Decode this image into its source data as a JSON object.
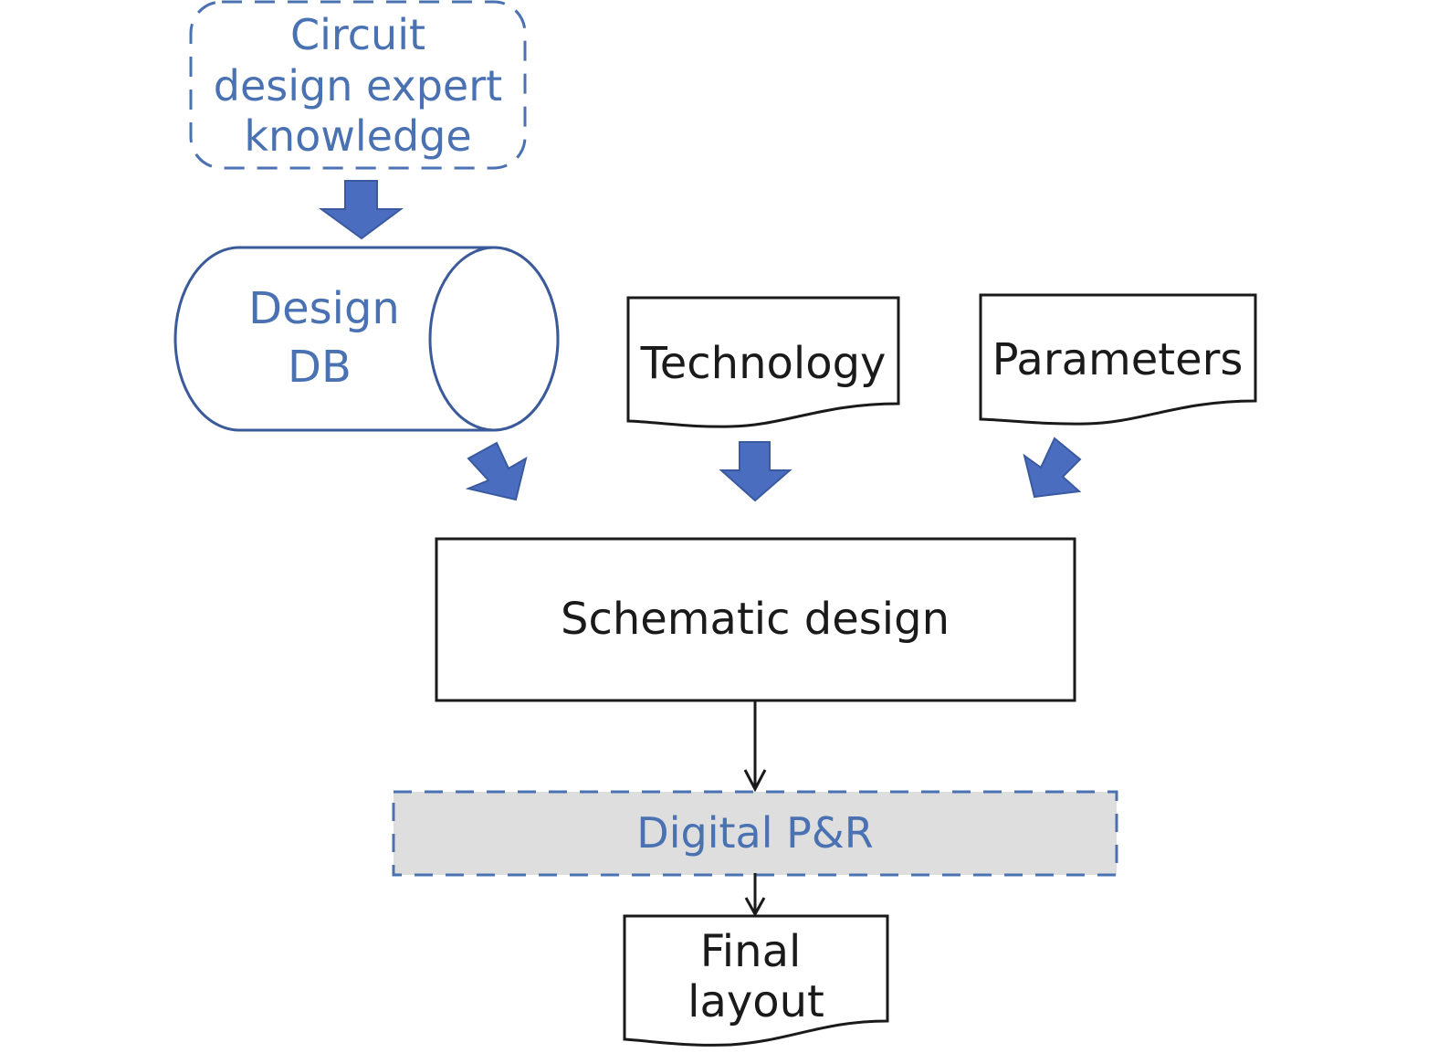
{
  "colors": {
    "accent_blue": "#4a72b2",
    "arrow_fill": "#4a6dbf",
    "arrow_stroke": "#3a5aa0",
    "shape_stroke_blue": "#3b5a9a",
    "box_stroke_black": "#1a1a1a",
    "pr_fill": "#dedede"
  },
  "nodes": {
    "expert_knowledge": {
      "lines": [
        "Circuit",
        "design expert",
        "knowledge"
      ]
    },
    "design_db": {
      "lines": [
        "Design",
        "DB"
      ]
    },
    "technology": {
      "label": "Technology"
    },
    "parameters": {
      "label": "Parameters"
    },
    "schematic": {
      "label": "Schematic design"
    },
    "digital_pr": {
      "label": "Digital P&R"
    },
    "final_layout": {
      "lines": [
        "Final",
        "layout"
      ]
    }
  },
  "edges": [
    {
      "from": "expert_knowledge",
      "to": "design_db",
      "style": "block-arrow"
    },
    {
      "from": "design_db",
      "to": "schematic",
      "style": "block-arrow"
    },
    {
      "from": "technology",
      "to": "schematic",
      "style": "block-arrow"
    },
    {
      "from": "parameters",
      "to": "schematic",
      "style": "block-arrow"
    },
    {
      "from": "schematic",
      "to": "digital_pr",
      "style": "line-arrow"
    },
    {
      "from": "digital_pr",
      "to": "final_layout",
      "style": "line-arrow"
    }
  ]
}
